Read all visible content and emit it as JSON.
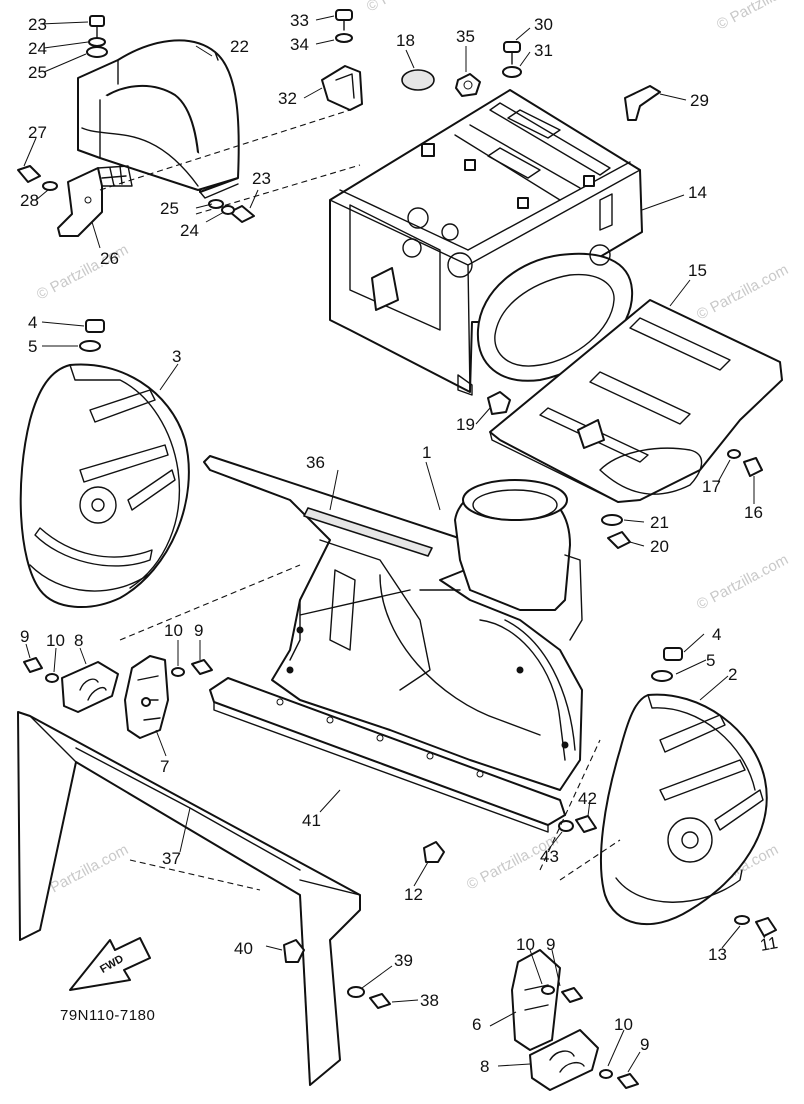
{
  "diagram": {
    "drawing_code": "79N110-7180",
    "direction_label": "FWD",
    "watermark": "© Partzilla.com",
    "callouts": [
      "1",
      "2",
      "3",
      "4",
      "5",
      "6",
      "7",
      "8",
      "9",
      "10",
      "11",
      "12",
      "13",
      "14",
      "15",
      "16",
      "17",
      "18",
      "19",
      "20",
      "21",
      "22",
      "23",
      "24",
      "25",
      "26",
      "27",
      "28",
      "29",
      "30",
      "31",
      "32",
      "33",
      "34",
      "35",
      "36",
      "37",
      "38",
      "39",
      "40",
      "41",
      "42",
      "43"
    ]
  }
}
